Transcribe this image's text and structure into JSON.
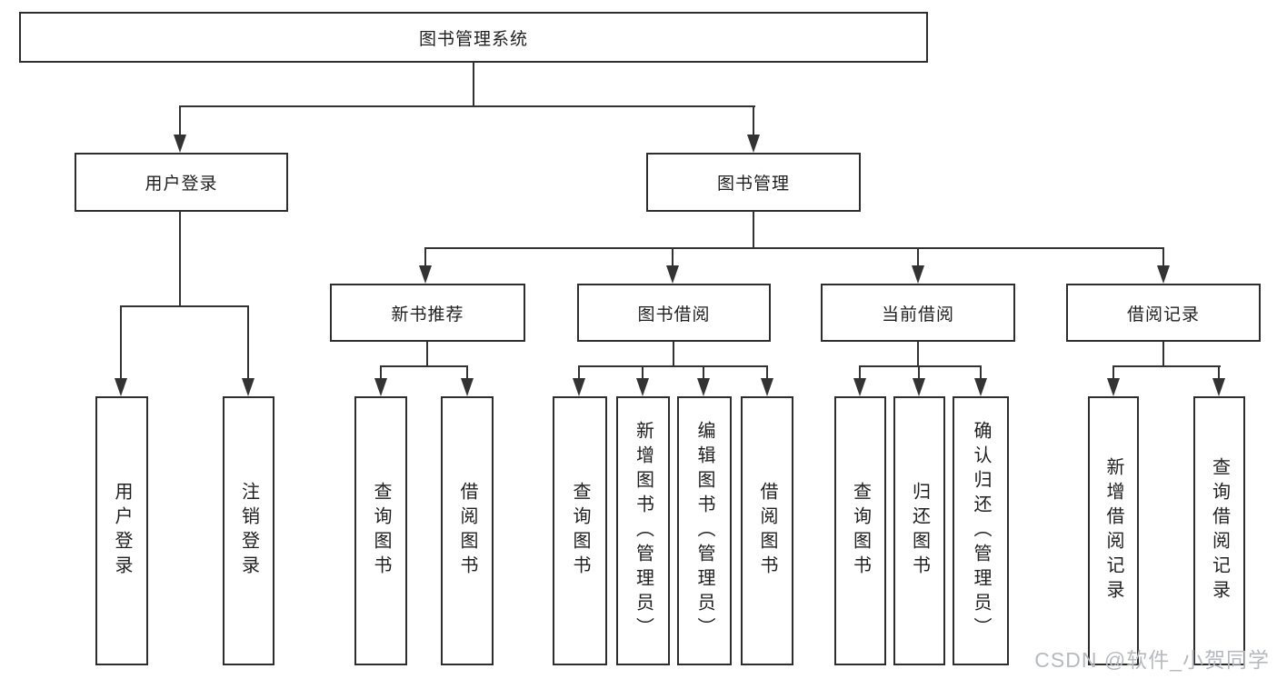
{
  "diagram": {
    "root": {
      "label": "图书管理系统"
    },
    "level2": [
      {
        "label": "用户登录"
      },
      {
        "label": "图书管理"
      }
    ],
    "level3": [
      {
        "label": "新书推荐"
      },
      {
        "label": "图书借阅"
      },
      {
        "label": "当前借阅"
      },
      {
        "label": "借阅记录"
      }
    ],
    "leaves": [
      {
        "label": "用户登录"
      },
      {
        "label": "注销登录"
      },
      {
        "label": "查询图书"
      },
      {
        "label": "借阅图书"
      },
      {
        "label": "查询图书"
      },
      {
        "label": "新增图书（管理员）"
      },
      {
        "label": "编辑图书（管理员）"
      },
      {
        "label": "借阅图书"
      },
      {
        "label": "查询图书"
      },
      {
        "label": "归还图书"
      },
      {
        "label": "确认归还（管理员）"
      },
      {
        "label": "新增借阅记录"
      },
      {
        "label": "查询借阅记录"
      }
    ]
  },
  "watermark": {
    "text": "CSDN @软件_小贺同学"
  },
  "colors": {
    "line": "#333333",
    "border": "#2e2e2e",
    "text": "#1f1f1f",
    "watermark": "#b6babe",
    "background": "#ffffff"
  }
}
